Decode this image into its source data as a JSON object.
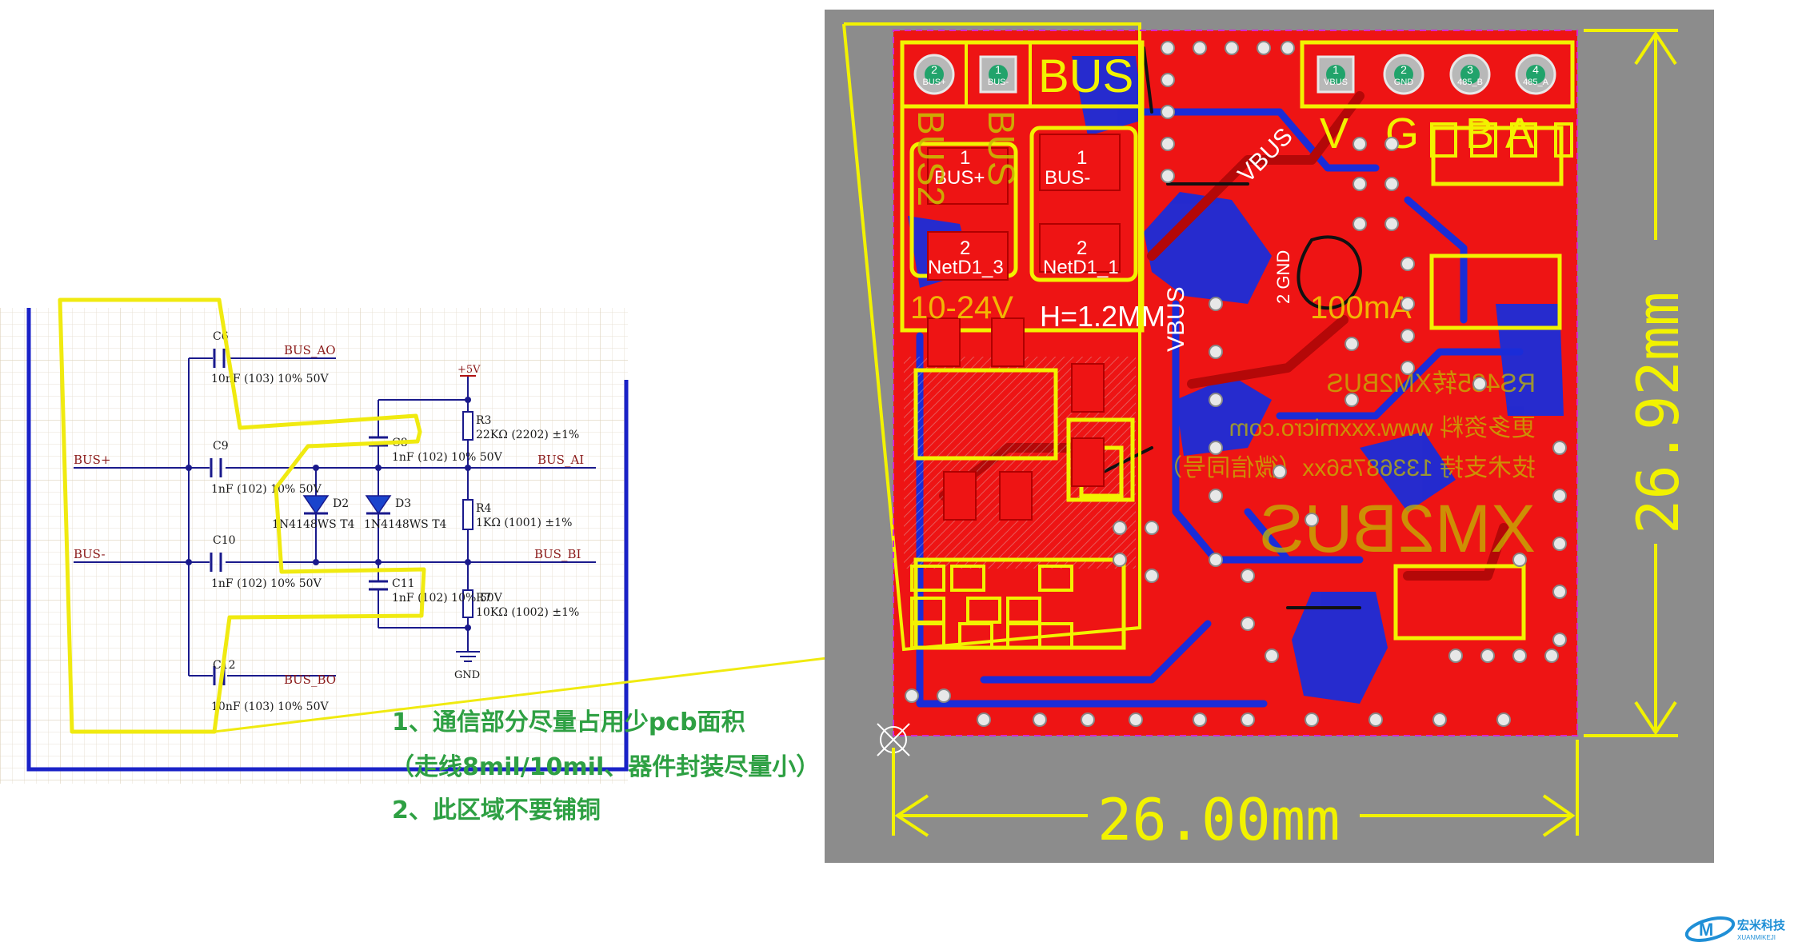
{
  "schematic": {
    "caps": {
      "c6": {
        "ref": "C6",
        "value": "10nF (103) 10% 50V"
      },
      "c9": {
        "ref": "C9",
        "value": "1nF (102) 10% 50V"
      },
      "c10": {
        "ref": "C10",
        "value": "1nF (102) 10% 50V"
      },
      "c8": {
        "ref": "C8",
        "value": "1nF (102) 10% 50V"
      },
      "c11": {
        "ref": "C11",
        "value": "1nF (102) 10% 50V"
      },
      "c12": {
        "ref": "C12",
        "value": "10nF (103) 10% 50V"
      }
    },
    "resistors": {
      "r3": {
        "ref": "R3",
        "value": "22KΩ (2202) ±1%"
      },
      "r4": {
        "ref": "R4",
        "value": "1KΩ (1001) ±1%"
      },
      "r7": {
        "ref": "R7",
        "value": "10KΩ (1002) ±1%"
      }
    },
    "diodes": {
      "d2": {
        "ref": "D2",
        "part": "1N4148WS T4"
      },
      "d3": {
        "ref": "D3",
        "part": "1N4148WS T4"
      }
    },
    "nets": {
      "bus_ao": "BUS_AO",
      "bus_ai": "BUS_AI",
      "bus_bi": "BUS_BI",
      "bus_bo": "BUS_BO",
      "bus_plus": "BUS+",
      "bus_minus": "BUS-",
      "vcc": "+5V",
      "gnd": "GND"
    }
  },
  "notes": {
    "line1": "1、通信部分尽量占用少pcb面积",
    "line2": "（走线8mil/10mil、器件封装尽量小）",
    "line3": "2、此区域不要铺铜"
  },
  "pcb": {
    "header_left_label": "BUS",
    "header_left_pins": [
      {
        "num": "2",
        "name": "BUS+"
      },
      {
        "num": "1",
        "name": "BUS-"
      }
    ],
    "header_right_pins": [
      {
        "num": "1",
        "name": "VBUS"
      },
      {
        "num": "2",
        "name": "GND"
      },
      {
        "num": "3",
        "name": "485_B"
      },
      {
        "num": "4",
        "name": "485_A"
      }
    ],
    "header_right_letters": [
      "V",
      "G",
      "B",
      "A"
    ],
    "pad_labels": {
      "bus_plus_num": "1",
      "bus_plus": "BUS+",
      "bus_minus_num": "1",
      "bus_minus": "BUS-",
      "net_d1_3_num": "2",
      "net_d1_3": "NetD1_3",
      "net_d1_1_num": "2",
      "net_d1_1": "NetD1_1"
    },
    "height_note": "H=1.2MM",
    "silk": {
      "bus2_vert": "BUS2",
      "bus_vert": "BUS",
      "vbus_vert": "VBUS",
      "gnd_vert": "GND",
      "vbus_diag": "VBUS",
      "mid_text": "2 GND",
      "rs485": "RS485转XM2BUS",
      "website": "更多资料 www.xxxmicro.com",
      "phone": "技术支持 13368756xx（微信同号）",
      "big_text": "XM2BUS",
      "volt_text": "10-24V",
      "current_text": "100mA"
    },
    "dim_width": "26.00mm",
    "dim_height": "26.92mm"
  },
  "colors": {
    "board_gray": "#8c8c8c",
    "copper_top": "#ee1414",
    "copper_bottom": "#1a2cd8",
    "silk": "#f2f200",
    "pad_gray": "#b8b8b8",
    "note_green": "#2ea043",
    "schematic_blue": "#1a22c8",
    "wire_blue": "#1a1a8c"
  },
  "logo": {
    "brand": "宏米科技",
    "brand_en": "XUANMIKEJI"
  }
}
